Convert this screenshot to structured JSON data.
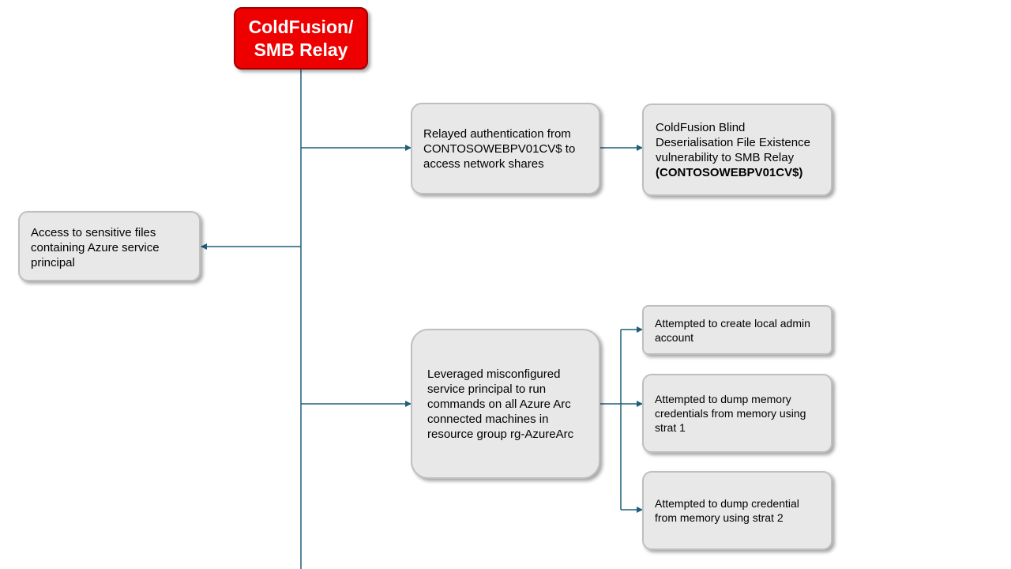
{
  "diagram": {
    "root": {
      "line1": "ColdFusion/",
      "line2": "SMB Relay"
    },
    "nodes": {
      "relayed_auth": {
        "text": "Relayed authentication from CONTOSOWEBPV01CV$ to access network shares"
      },
      "coldfusion_vuln": {
        "text": "ColdFusion Blind Deserialisation File Existence vulnerability to SMB Relay",
        "bold_text": "(CONTOSOWEBPV01CV$)"
      },
      "sensitive_files": {
        "text": "Access to sensitive files containing Azure service principal"
      },
      "leveraged_sp": {
        "text": "Leveraged misconfigured service principal to run commands on all Azure Arc connected machines in resource group rg-AzureArc"
      },
      "local_admin": {
        "text": "Attempted to create local admin account"
      },
      "dump_strat1": {
        "text": "Attempted to dump memory credentials from memory using strat 1"
      },
      "dump_strat2": {
        "text": "Attempted to dump credential from memory using strat 2"
      }
    },
    "colors": {
      "connector": "#1f5f7a",
      "root_fill": "#ee0000",
      "node_fill": "#e8e8e8",
      "node_border": "#bfbfbf"
    }
  }
}
